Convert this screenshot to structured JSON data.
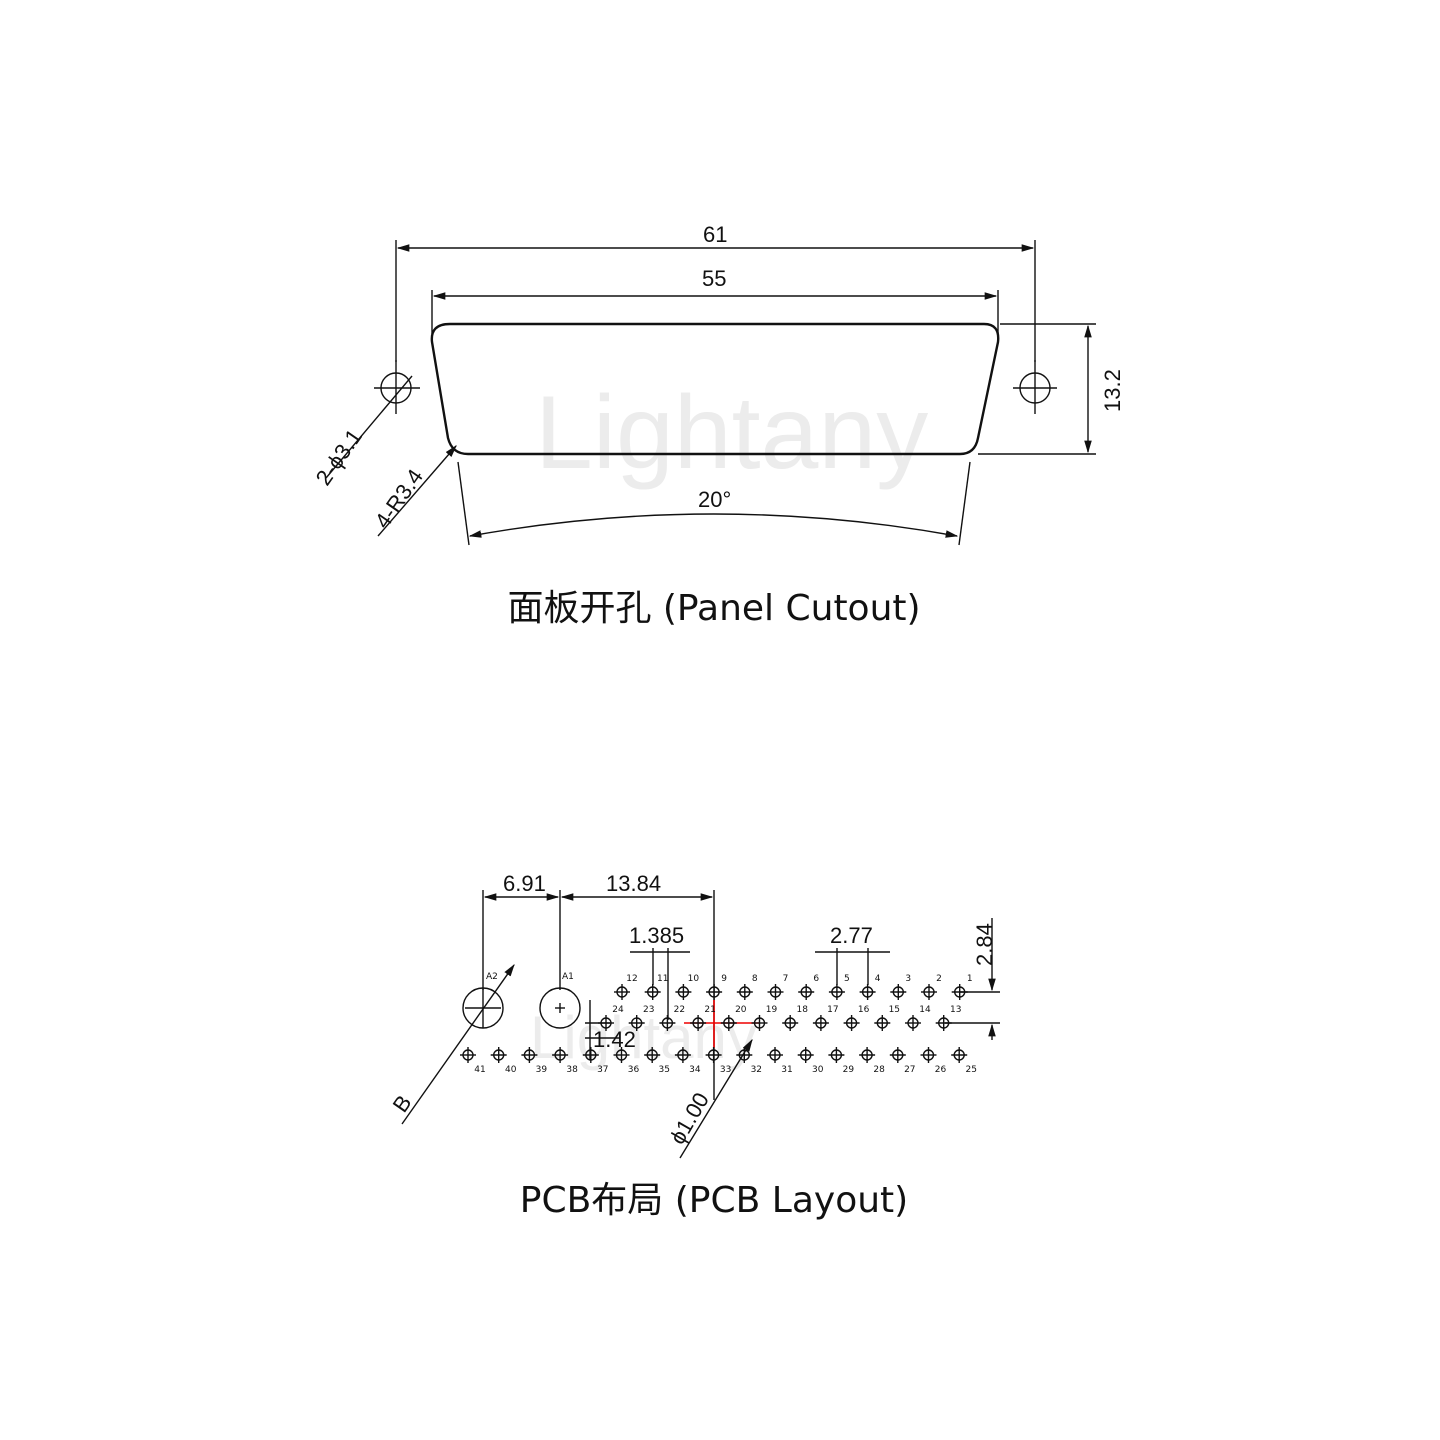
{
  "watermark": "Lightany",
  "panel_cutout": {
    "caption": "面板开孔 (Panel Cutout)",
    "dim_overall_width": "61",
    "dim_opening_width": "55",
    "dim_height": "13.2",
    "dim_mount_holes": "2-ϕ3.1",
    "dim_corner_radius": "4-R3.4",
    "dim_angle": "20°"
  },
  "pcb_layout": {
    "caption": "PCB布局 (PCB Layout)",
    "dim_a2_to_a1": "6.91",
    "dim_a1_to_center": "13.84",
    "dim_half_offset": "1.385",
    "dim_pitch": "2.77",
    "dim_row_spacing": "2.84",
    "dim_row_offset": "1.42",
    "dim_pin_hole": "ϕ1.00",
    "dim_mount_hole": "B",
    "label_a2": "A2",
    "label_a1": "A1",
    "row1_pins": [
      "12",
      "11",
      "10",
      "9",
      "8",
      "7",
      "6",
      "5",
      "4",
      "3",
      "2",
      "1"
    ],
    "row2_pins": [
      "24",
      "23",
      "22",
      "21",
      "20",
      "19",
      "18",
      "17",
      "16",
      "15",
      "14",
      "13"
    ],
    "row3_pins": [
      "41",
      "40",
      "39",
      "38",
      "37",
      "36",
      "35",
      "34",
      "33",
      "32",
      "31",
      "30",
      "29",
      "28",
      "27",
      "26",
      "25"
    ]
  }
}
